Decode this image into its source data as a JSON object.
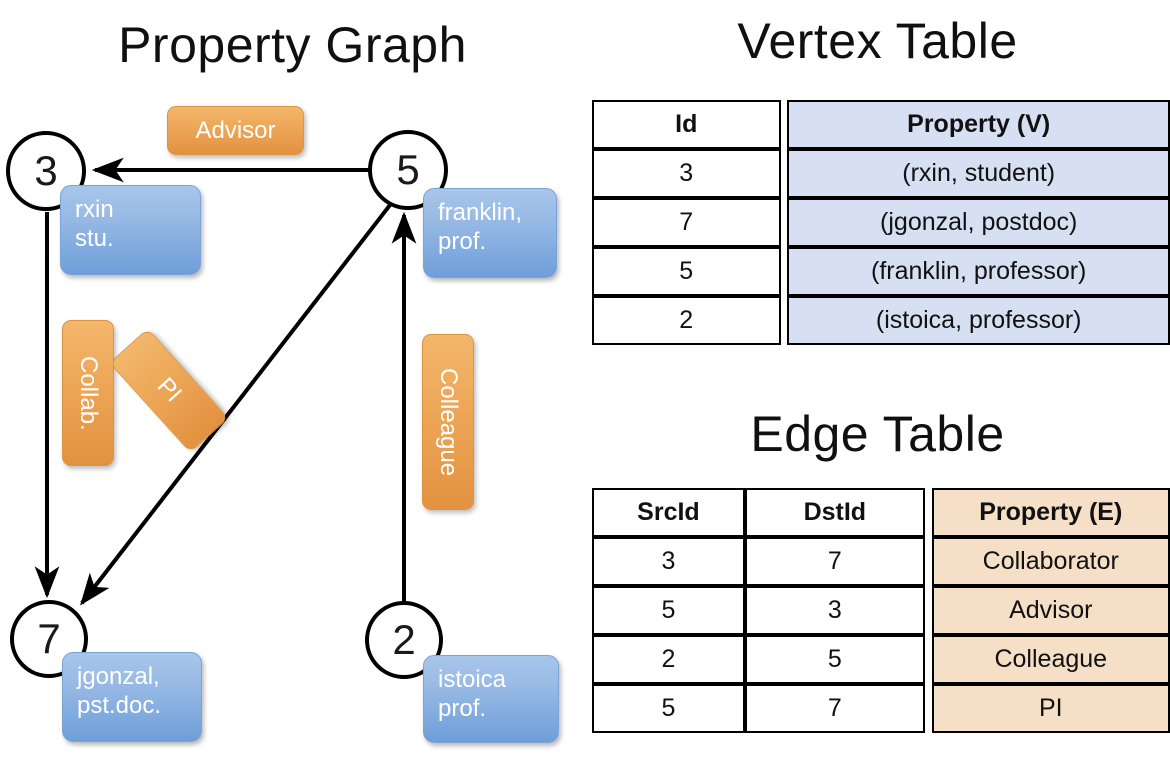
{
  "titles": {
    "property_graph": "Property Graph",
    "vertex_table": "Vertex Table",
    "edge_table": "Edge Table"
  },
  "graph": {
    "nodes": [
      {
        "id": "3",
        "property": "rxin\nstu."
      },
      {
        "id": "5",
        "property": "franklin,\nprof."
      },
      {
        "id": "7",
        "property": "jgonzal,\npst.doc."
      },
      {
        "id": "2",
        "property": "istoica\nprof."
      }
    ],
    "node_labels": {
      "n3": "3",
      "n5": "5",
      "n7": "7",
      "n2": "2"
    },
    "property_boxes": {
      "rxin_line1": "rxin",
      "rxin_line2": "stu.",
      "franklin_line1": "franklin,",
      "franklin_line2": "prof.",
      "jgonzal_line1": "jgonzal,",
      "jgonzal_line2": "pst.doc.",
      "istoica_line1": "istoica",
      "istoica_line2": "prof."
    },
    "edge_labels": {
      "advisor": "Advisor",
      "collab": "Collab.",
      "pi": "PI",
      "colleague": "Colleague"
    },
    "edges": [
      {
        "src": "5",
        "dst": "3",
        "label": "Advisor"
      },
      {
        "src": "3",
        "dst": "7",
        "label": "Collab."
      },
      {
        "src": "5",
        "dst": "7",
        "label": "PI"
      },
      {
        "src": "2",
        "dst": "5",
        "label": "Colleague"
      }
    ]
  },
  "vertex_table": {
    "columns": [
      "Id",
      "Property (V)"
    ],
    "rows": [
      {
        "id": "3",
        "property": "(rxin, student)"
      },
      {
        "id": "7",
        "property": "(jgonzal, postdoc)"
      },
      {
        "id": "5",
        "property": "(franklin, professor)"
      },
      {
        "id": "2",
        "property": "(istoica, professor)"
      }
    ]
  },
  "edge_table": {
    "columns": [
      "SrcId",
      "DstId",
      "Property (E)"
    ],
    "rows": [
      {
        "src": "3",
        "dst": "7",
        "property": "Collaborator"
      },
      {
        "src": "5",
        "dst": "3",
        "property": "Advisor"
      },
      {
        "src": "2",
        "dst": "5",
        "property": "Colleague"
      },
      {
        "src": "5",
        "dst": "7",
        "property": "PI"
      }
    ]
  },
  "colors": {
    "vertex_property_fill": "#d6e0f2",
    "edge_property_fill": "#f5dfc6",
    "node_property_box": "#8ab0e2",
    "edge_label_box": "#eda657",
    "stroke": "#000000",
    "background": "#ffffff"
  }
}
